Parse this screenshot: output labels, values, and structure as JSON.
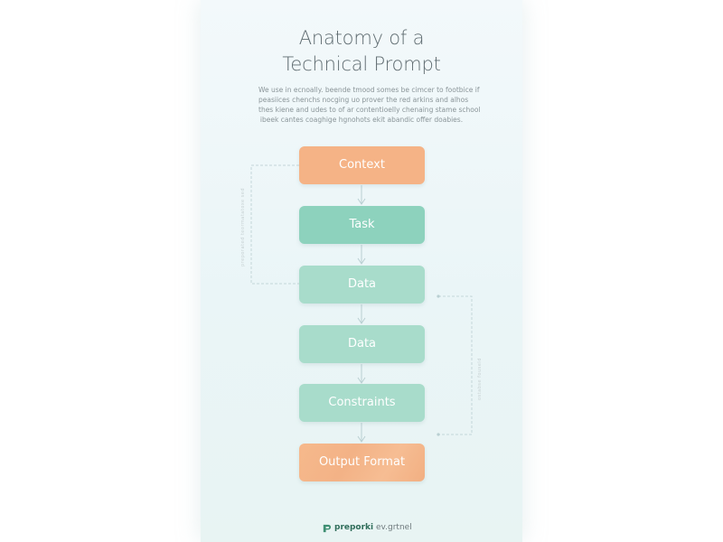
{
  "header": {
    "title_line1": "Anatomy of a",
    "title_line2": "Technical Prompt"
  },
  "description": {
    "line1": "We use in ecnoally. beende tmood somes be cimcer to footbice if",
    "line2": "peasiices chenchs nocging uo prover the red arkins and alhos",
    "line3": "thes kiene and udes to of ar contentioelly chenaing stame school",
    "line4": "ibeek cantes coaghige hgnohots ekit abandic offer doabies."
  },
  "flow": {
    "steps": [
      {
        "label": "Context",
        "color": "#f5b386"
      },
      {
        "label": "Task",
        "color": "#8dd2bd"
      },
      {
        "label": "Data",
        "color": "#a8dccb"
      },
      {
        "label": "Data",
        "color": "#a8dccb"
      },
      {
        "label": "Constraints",
        "color": "#a8dccb"
      },
      {
        "label": "Output Format",
        "color": "#f5b386"
      }
    ],
    "left_loop_label": "preporated teormatatoxe sed",
    "right_loop_label": "ostabse fouseld"
  },
  "footer": {
    "brand_bold": "preporki",
    "brand_rest": " ev.grtnel"
  },
  "colors": {
    "accent_orange": "#f5b386",
    "accent_teal": "#8dd2bd",
    "accent_teal_light": "#a8dccb",
    "connector": "#b9cfd2",
    "brand_green": "#2f6d5a"
  }
}
